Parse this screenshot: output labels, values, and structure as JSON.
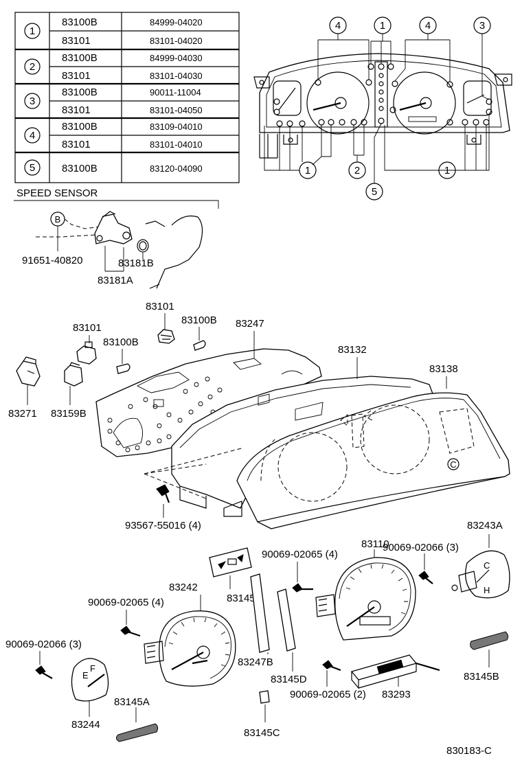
{
  "reference_table": {
    "rows": [
      {
        "key": "1",
        "part": "83100B",
        "number": "84999-04020"
      },
      {
        "key": "",
        "part": "83101",
        "number": "83101-04020"
      },
      {
        "key": "2",
        "part": "83100B",
        "number": "84999-04030"
      },
      {
        "key": "",
        "part": "83101",
        "number": "83101-04030"
      },
      {
        "key": "3",
        "part": "83100B",
        "number": "90011-11004"
      },
      {
        "key": "",
        "part": "83101",
        "number": "83101-04050"
      },
      {
        "key": "4",
        "part": "83100B",
        "number": "83109-04010"
      },
      {
        "key": "",
        "part": "83101",
        "number": "83101-04010"
      },
      {
        "key": "5",
        "part": "83100B",
        "number": "83120-04090"
      }
    ]
  },
  "cluster_view": {
    "callouts_top": [
      "4",
      "1",
      "4",
      "3"
    ],
    "callouts_bottom": [
      "1",
      "2",
      "5",
      "1"
    ]
  },
  "speed_sensor": {
    "title": "SPEED SENSOR",
    "ref_letter": "B",
    "labels": [
      "91651-40820",
      "83181B",
      "83181A"
    ]
  },
  "exploded_labels": {
    "p83101_a": "83101",
    "p83101_b": "83101",
    "p83100B_a": "83100B",
    "p83100B_b": "83100B",
    "p83247": "83247",
    "p83132": "83132",
    "p83138": "83138",
    "p83271": "83271",
    "p83159B": "83159B",
    "p93567": "93567-55016 (4)",
    "ref_c": "C"
  },
  "lower_labels": {
    "p83110": "83110",
    "p90069_65_4a": "90069-02065 (4)",
    "p90069_66_3a": "90069-02066 (3)",
    "p83243A": "83243A",
    "p83242": "83242",
    "p83145": "83145",
    "p90069_65_4b": "90069-02065 (4)",
    "p90069_66_3b": "90069-02066 (3)",
    "p83247B": "83247B",
    "p83145D": "83145D",
    "p83145B": "83145B",
    "p90069_65_2": "90069-02065 (2)",
    "p83293": "83293",
    "p83244": "83244",
    "p83145A": "83145A",
    "p83145C": "83145C"
  },
  "gauge_marks": {
    "fuel_e": "E",
    "fuel_f": "F",
    "temp_c": "C",
    "temp_h": "H"
  },
  "diagram_code": "830183-C"
}
